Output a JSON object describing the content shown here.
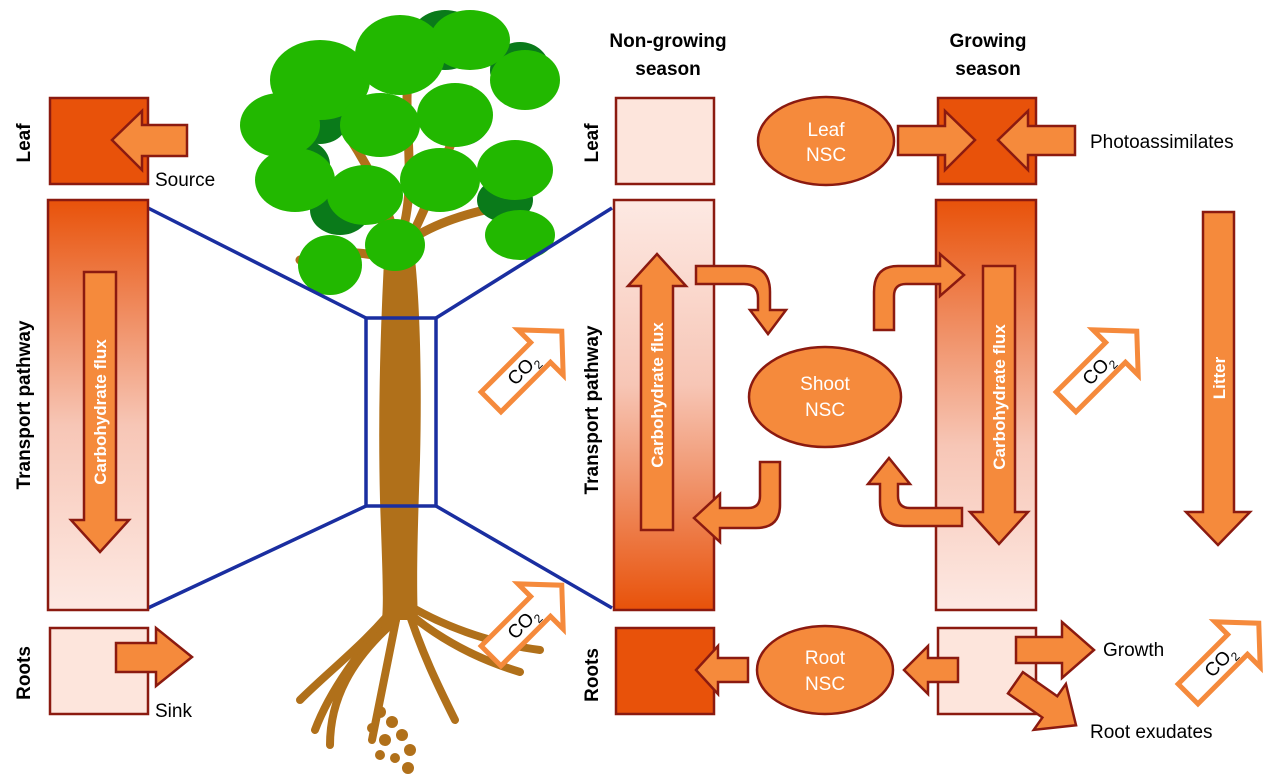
{
  "headers": {
    "non_growing_line1": "Non-growing",
    "non_growing_line2": "season",
    "growing_line1": "Growing",
    "growing_line2": "season"
  },
  "left_panel": {
    "leaf": "Leaf",
    "transport": "Transport pathway",
    "roots": "Roots",
    "source": "Source",
    "sink": "Sink",
    "flux": "Carbohydrate flux"
  },
  "right_panel": {
    "leaf": "Leaf",
    "transport": "Transport pathway",
    "roots": "Roots",
    "flux_non_growing": "Carbohydrate flux",
    "flux_growing": "Carbohydrate flux",
    "leaf_nsc_line1": "Leaf",
    "leaf_nsc_line2": "NSC",
    "shoot_nsc_line1": "Shoot",
    "shoot_nsc_line2": "NSC",
    "root_nsc_line1": "Root",
    "root_nsc_line2": "NSC",
    "photoassimilates": "Photoassimilates",
    "growth": "Growth",
    "root_exudates": "Root exudates",
    "litter": "Litter"
  },
  "co2": {
    "base": "CO",
    "sub": "2"
  },
  "colors": {
    "dark_orange": "#e8520a",
    "mid_orange": "#f58a3c",
    "pale": "#fde5dc",
    "outline": "#8b1a10",
    "leaf_green": "#22b800",
    "leaf_dark": "#0a7a1a",
    "trunk": "#b0701a",
    "zoom_blue": "#1a2ea0"
  }
}
